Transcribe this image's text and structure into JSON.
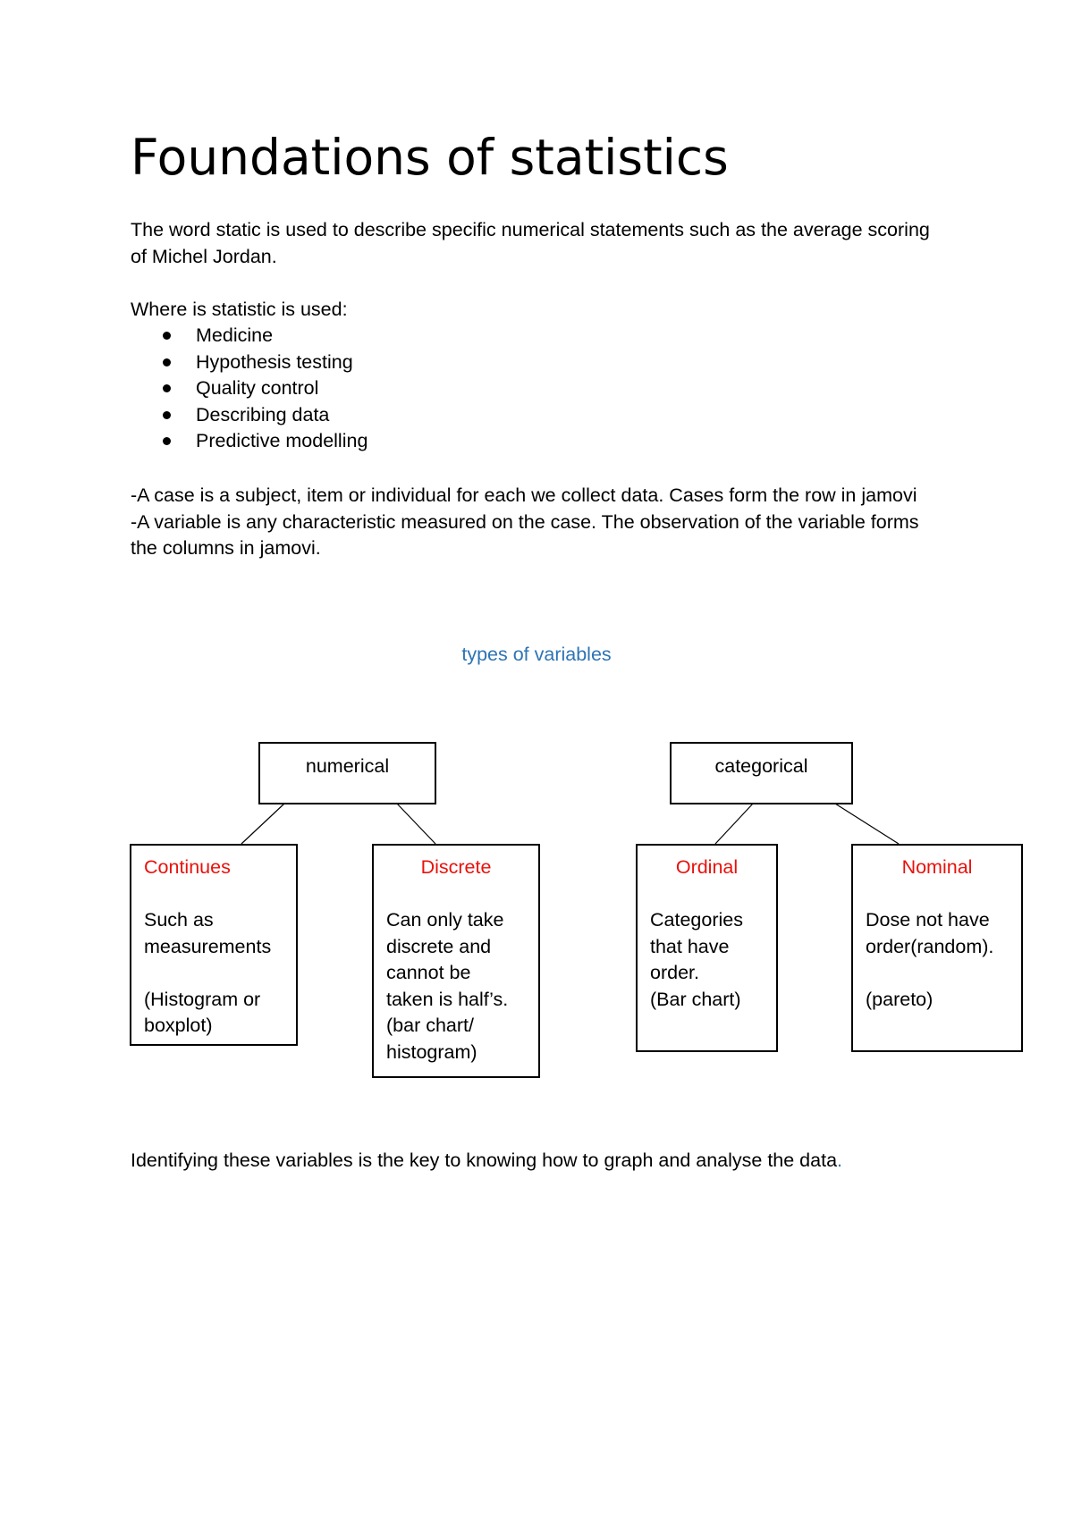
{
  "document": {
    "title": "Foundations of statistics",
    "intro": "The word static is used to describe specific numerical statements such as the average scoring of Michel Jordan.",
    "uses_heading": "Where is statistic is used:",
    "uses": [
      "Medicine",
      "Hypothesis testing",
      "Quality control",
      "Describing data",
      "Predictive modelling"
    ],
    "case_line": "-A case is a subject, item or individual for each we collect data. Cases form the row in jamovi",
    "variable_line_1": "-A variable is any characteristic measured on the case. The observation of the variable forms",
    "variable_line_2": "the columns in jamovi.",
    "conclusion": "Identifying these variables is the key to knowing how to graph and analyse the data",
    "conclusion_end": "."
  },
  "diagram": {
    "title": "types of variables",
    "numerical": {
      "label": "numerical",
      "continues": {
        "heading": "Continues",
        "lines": [
          "Such as",
          "measurements",
          "",
          "(Histogram or",
          "boxplot)"
        ]
      },
      "discrete": {
        "heading": "Discrete",
        "lines": [
          "Can only take",
          "discrete and",
          "cannot be",
          "taken is half’s.",
          "(bar chart/",
          "histogram)"
        ]
      }
    },
    "categorical": {
      "label": "categorical",
      "ordinal": {
        "heading": "Ordinal",
        "lines": [
          "Categories",
          "that have",
          "order.",
          "(Bar chart)"
        ]
      },
      "nominal": {
        "heading": "Nominal",
        "lines": [
          "Dose not have",
          "order(random).",
          "",
          "(pareto)"
        ]
      }
    }
  },
  "colors": {
    "heading_red": "#e8120c",
    "link_blue": "#2e74b5"
  }
}
